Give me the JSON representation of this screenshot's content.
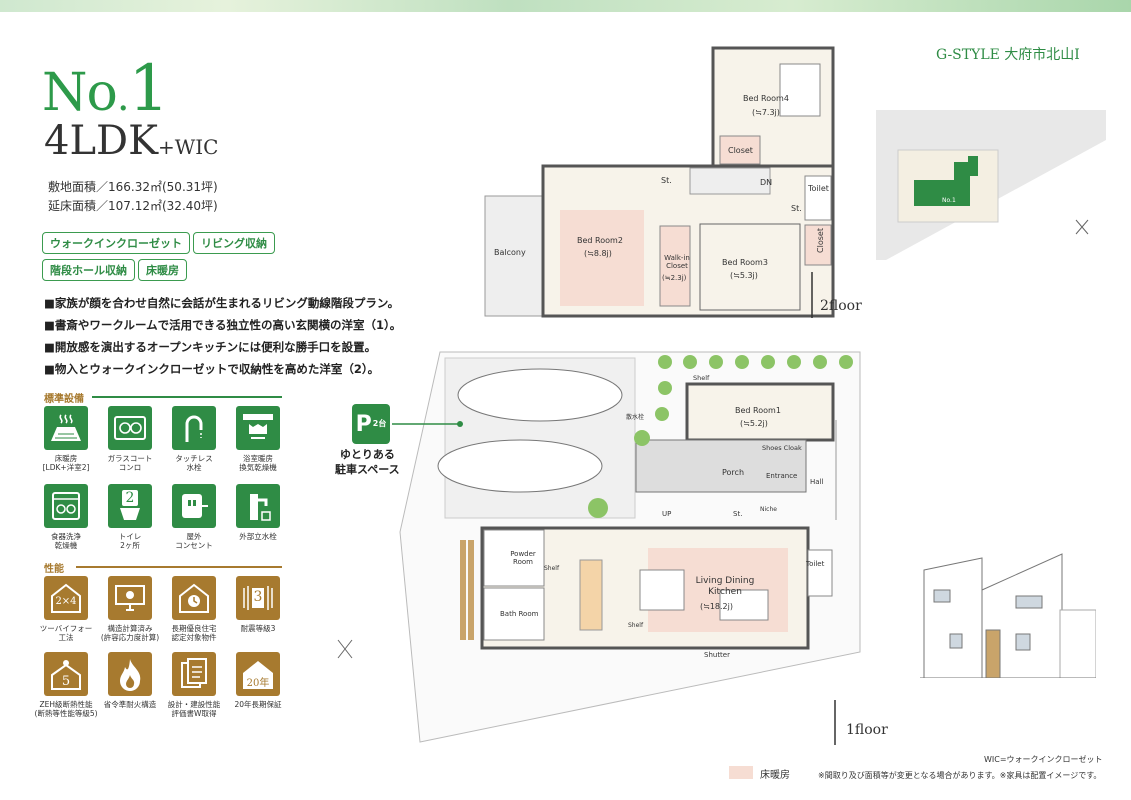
{
  "brand": "G-STYLE 大府市北山Ⅰ",
  "title": {
    "no": "No",
    "dot": ".",
    "num": "1",
    "plan_main": "4LDK",
    "plan_sub": "+WIC"
  },
  "area": {
    "site": "敷地面積／166.32㎡(50.31坪)",
    "floor": "延床面積／107.12㎡(32.40坪)"
  },
  "tags": [
    "ウォークインクローゼット",
    "リビング収納",
    "階段ホール収納",
    "床暖房"
  ],
  "features": [
    "■家族が顔を合わせ自然に会話が生まれるリビング動線階段プラン。",
    "■書斎やワークルームで活用できる独立性の高い玄関横の洋室（1）。",
    "■開放感を演出するオープンキッチンには便利な勝手口を設置。",
    "■物入とウォークインクローゼットで収納性を高めた洋室（2）。"
  ],
  "standard": {
    "heading": "標準設備",
    "items": [
      {
        "icon": "floor-heating-icon",
        "caption": "床暖房\n[LDK+洋室2]"
      },
      {
        "icon": "glass-cooktop-icon",
        "caption": "ガラスコート\nコンロ"
      },
      {
        "icon": "touchless-faucet-icon",
        "caption": "タッチレス\n水栓"
      },
      {
        "icon": "bath-dryer-icon",
        "caption": "浴室暖房\n換気乾燥機"
      },
      {
        "icon": "dishwasher-icon",
        "caption": "食器洗浄\n乾燥機"
      },
      {
        "icon": "toilet-icon",
        "caption": "トイレ\n2ヶ所",
        "label": "2"
      },
      {
        "icon": "outlet-icon",
        "caption": "屋外\nコンセント"
      },
      {
        "icon": "outdoor-faucet-icon",
        "caption": "外部立水栓"
      }
    ]
  },
  "performance": {
    "heading": "性能",
    "items": [
      {
        "icon": "two-by-four-icon",
        "caption": "ツーバイフォー\n工法",
        "label": "2×4"
      },
      {
        "icon": "structure-calc-icon",
        "caption": "構造計算済み\n(許容応力度計算)"
      },
      {
        "icon": "long-life-house-icon",
        "caption": "長期優良住宅\n認定対象物件"
      },
      {
        "icon": "earthquake-grade-icon",
        "caption": "耐震等級3",
        "label": "3"
      },
      {
        "icon": "zeh-insulation-icon",
        "caption": "ZEH級断熱性能\n(断熱等性能等級5)",
        "label": "5"
      },
      {
        "icon": "fire-resistant-icon",
        "caption": "省令準耐火構造"
      },
      {
        "icon": "design-evaluation-icon",
        "caption": "設計・建設性能\n評価書W取得"
      },
      {
        "icon": "warranty-icon",
        "caption": "20年長期保証",
        "label": "20年"
      }
    ]
  },
  "colors": {
    "green": "#2f8c45",
    "brown": "#a77a2f",
    "heating": "#f6ddd3"
  },
  "parking": {
    "label": "P",
    "sub": "2台",
    "text1": "ゆとりある",
    "text2": "駐車スペース"
  },
  "floor2": {
    "label": "2floor",
    "rooms": {
      "bed4": "Bed Room4",
      "bed4_size": "(≒7.3j)",
      "closet4": "Closet",
      "bed2": "Bed Room2",
      "bed2_size": "(≒8.8j)",
      "balcony": "Balcony",
      "wic": "Walk-in Closet",
      "wic_size": "(≒2.3j)",
      "bed3": "Bed Room3",
      "bed3_size": "(≒5.3j)",
      "closet3": "Closet",
      "toilet": "Toilet",
      "st": "St.",
      "st2": "St.",
      "dn": "DN"
    }
  },
  "floor1": {
    "label": "1floor",
    "rooms": {
      "bed1": "Bed Room1",
      "bed1_size": "(≒5.2j)",
      "shelf1": "Shelf",
      "shoes": "Shoes Cloak",
      "porch": "Porch",
      "entrance": "Entrance",
      "hall": "Hall",
      "up": "UP",
      "st": "St.",
      "niche": "Niche",
      "powder": "Powder Room",
      "bath": "Bath Room",
      "shelf2": "Shelf",
      "shelf3": "Shelf",
      "ldk": "Living Dining Kitchen",
      "ldk_size": "(≒18.2j)",
      "toilet": "Toilet",
      "shutter": "Shutter",
      "faucet": "散水栓"
    }
  },
  "site_map": {
    "label": "No.1"
  },
  "legend": "床暖房",
  "notes": {
    "wic": "WIC=ウォークインクローゼット",
    "disclaimer": "※間取り及び面積等が変更となる場合があります。※家具は配置イメージです。"
  }
}
